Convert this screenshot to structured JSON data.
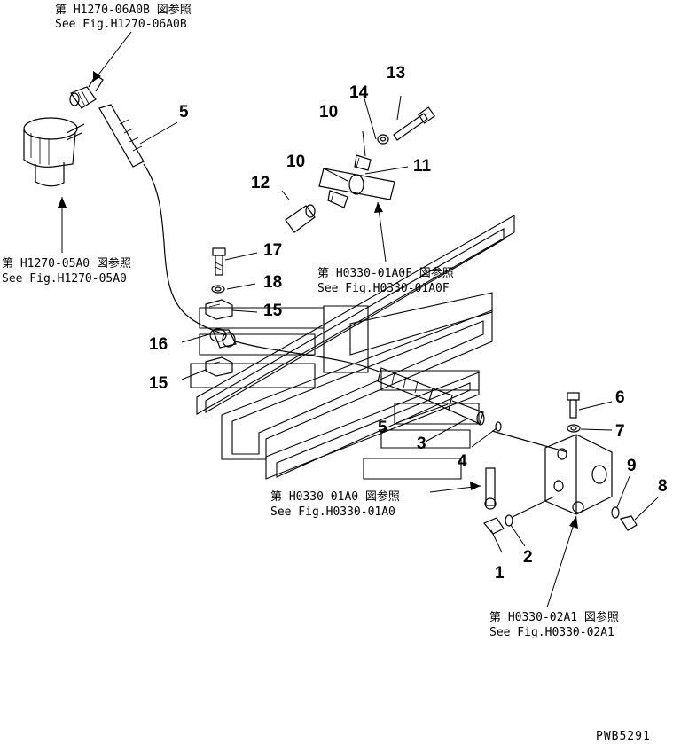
{
  "references": [
    {
      "id": "ref-h1270-06a0b",
      "jp": "第 H1270-06A0B 図参照",
      "en": "See Fig.H1270-06A0B"
    },
    {
      "id": "ref-h1270-05a0",
      "jp": "第 H1270-05A0 図参照",
      "en": "See Fig.H1270-05A0"
    },
    {
      "id": "ref-h0330-01a0f",
      "jp": "第 H0330-01A0F 図参照",
      "en": "See Fig.H0330-01A0F"
    },
    {
      "id": "ref-h0330-01a0",
      "jp": "第 H0330-01A0 図参照",
      "en": "See Fig.H0330-01A0"
    },
    {
      "id": "ref-h0330-02a1",
      "jp": "第 H0330-02A1 図参照",
      "en": "See Fig.H0330-02A1"
    }
  ],
  "part_numbers": {
    "p1": "1",
    "p2": "2",
    "p3": "3",
    "p4": "4",
    "p5a": "5",
    "p5b": "5",
    "p6": "6",
    "p7": "7",
    "p8": "8",
    "p9": "9",
    "p10a": "10",
    "p10b": "10",
    "p11": "11",
    "p12": "12",
    "p13": "13",
    "p14": "14",
    "p15a": "15",
    "p15b": "15",
    "p16": "16",
    "p17": "17",
    "p18": "18"
  },
  "drawing_code": "PWB5291"
}
